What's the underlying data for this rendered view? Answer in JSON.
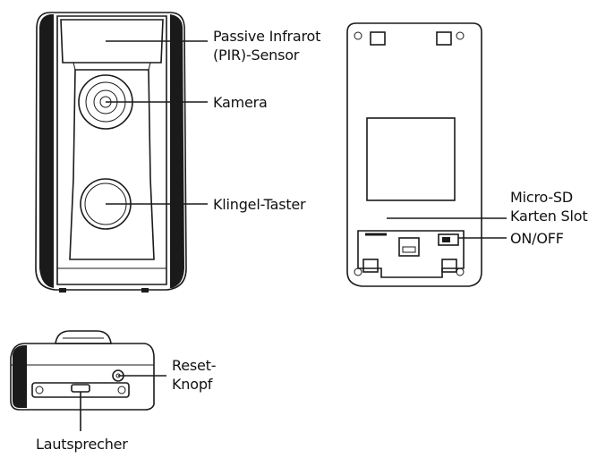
{
  "labels": {
    "pir_line1": "Passive Infrarot",
    "pir_line2": "(PIR)-Sensor",
    "camera": "Kamera",
    "bell_button": "Klingel-Taster",
    "microsd_line1": "Micro-SD",
    "microsd_line2": "Karten Slot",
    "on_off": "ON/OFF",
    "reset_line1": "Reset-",
    "reset_line2": "Knopf",
    "speaker": "Lautsprecher"
  }
}
